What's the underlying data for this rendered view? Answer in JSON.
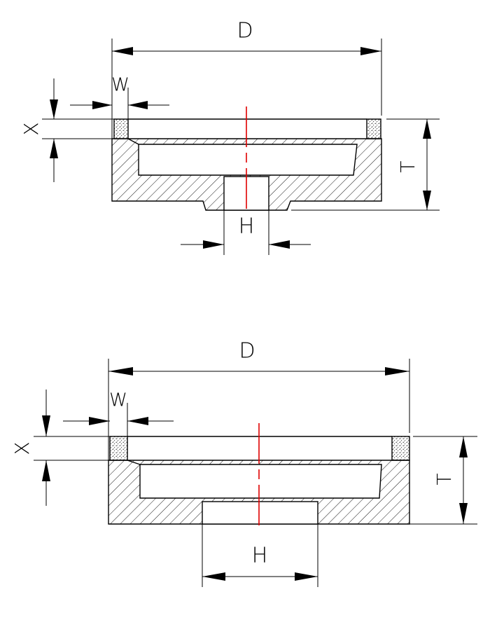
{
  "diagram_top": {
    "labels": {
      "d": "D",
      "w": "W",
      "x": "X",
      "t": "T",
      "h": "H"
    }
  },
  "diagram_bottom": {
    "labels": {
      "d": "D",
      "w": "W",
      "x": "X",
      "t": "T",
      "h": "H"
    }
  },
  "colors": {
    "line": "#000000",
    "centerline": "#e00000",
    "background": "#ffffff"
  }
}
